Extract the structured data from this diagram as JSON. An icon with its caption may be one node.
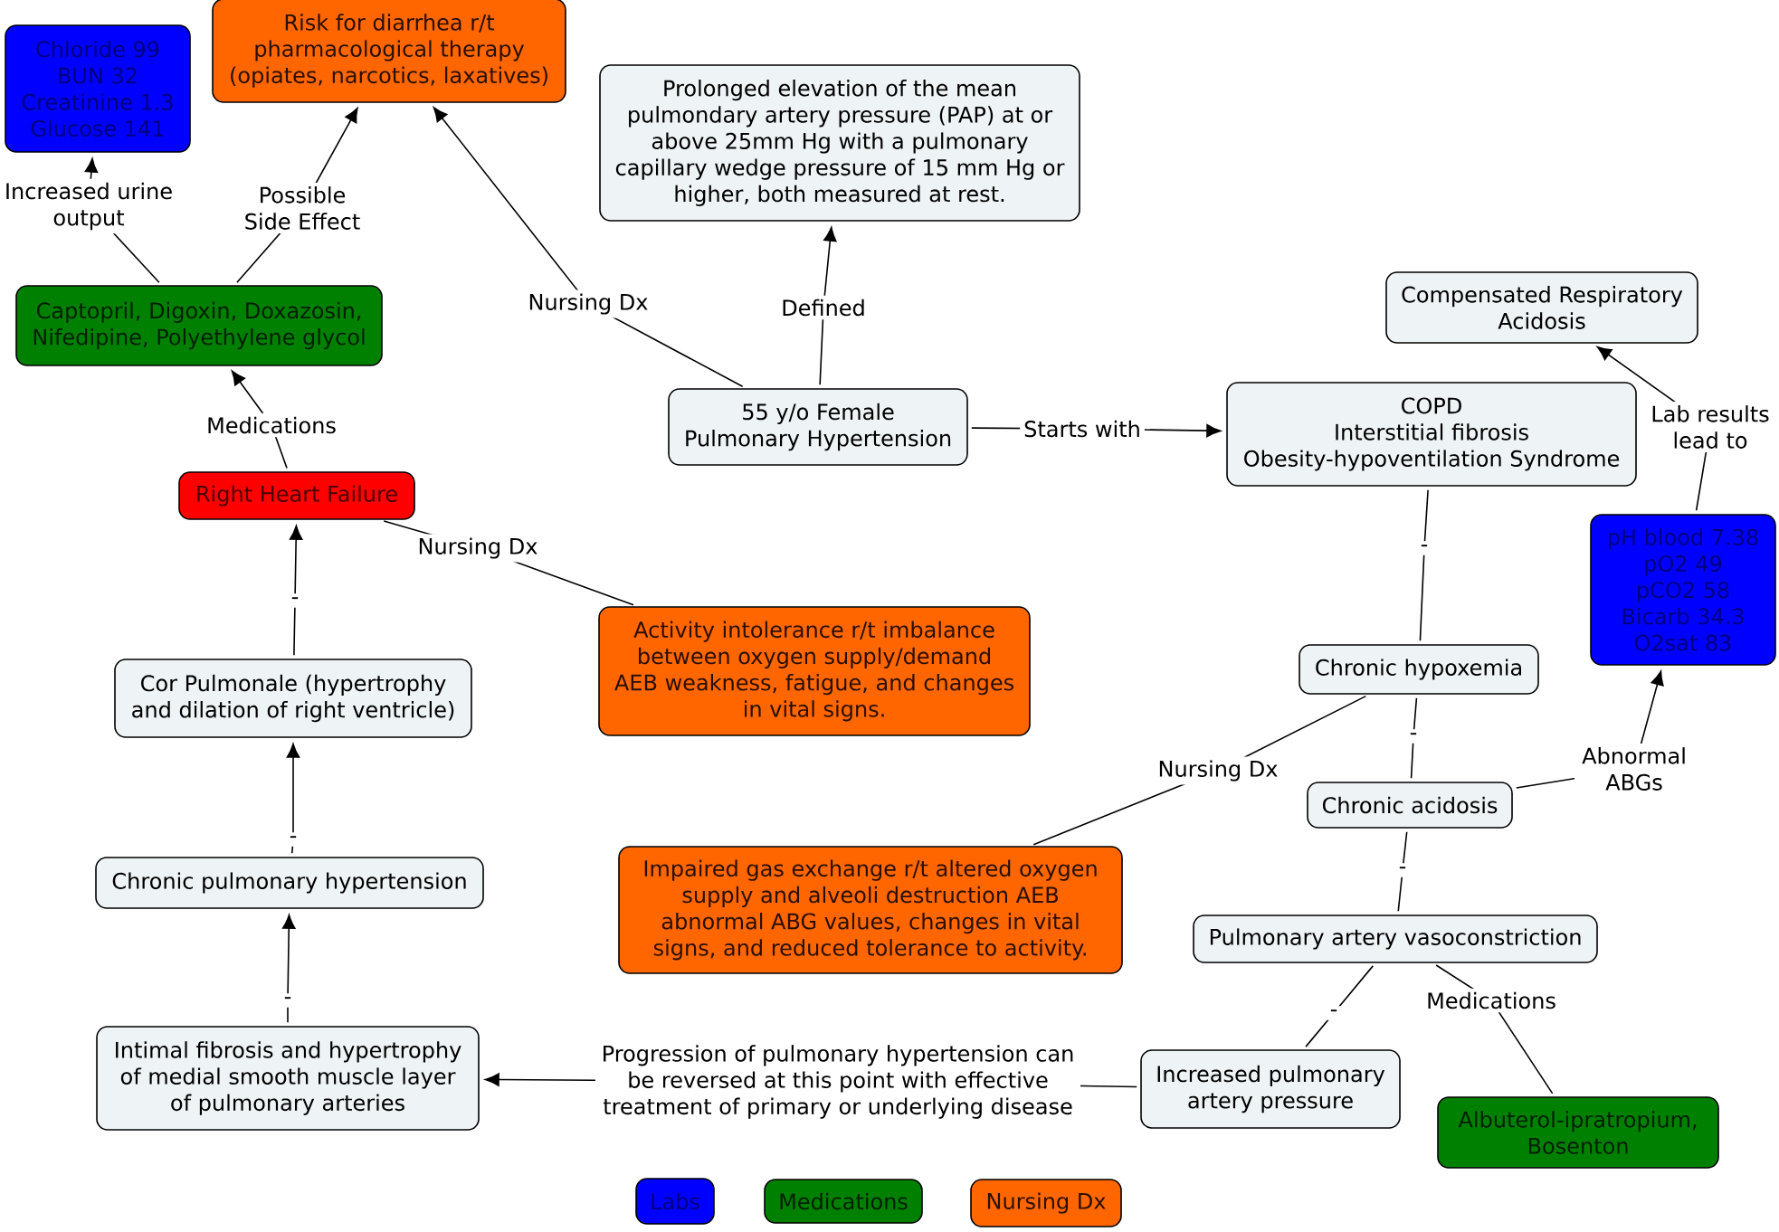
{
  "diagram": {
    "nodes": [
      {
        "text": [
          "Chloride 99",
          "BUN 32",
          "Creatinine 1.3",
          "Glucose 141"
        ]
      },
      {
        "text": [
          "Risk for diarrhea r/t pharmacological therapy (opiates, narcotics, laxatives)"
        ]
      },
      {
        "text": [
          "Prolonged elevation of the mean pulmondary artery pressure (PAP) at or above 25mm Hg with a pulmonary capillary wedge pressure of 15 mm Hg or higher, both measured at rest."
        ]
      },
      {
        "text": [
          "Compensated Respiratory Acidosis"
        ]
      },
      {
        "text": [
          "Captopril, Digoxin, Doxazosin, Nifedipine, Polyethylene glycol"
        ]
      },
      {
        "text": [
          "55 y/o Female",
          "Pulmonary Hypertension"
        ]
      },
      {
        "text": [
          "COPD",
          "Interstitial fibrosis",
          "Obesity-hypoventilation Syndrome"
        ]
      },
      {
        "text": [
          "Right Heart Failure"
        ]
      },
      {
        "text": [
          "pH blood 7.38",
          "pO2 49",
          "pCO2 58",
          "Bicarb 34.3",
          "O2sat 83"
        ]
      },
      {
        "text": [
          "Activity intolerance r/t imbalance between oxygen supply/demand AEB weakness, fatigue, and changes in vital signs."
        ]
      },
      {
        "text": [
          "Cor Pulmonale (hypertrophy and dilation of right ventricle)"
        ]
      },
      {
        "text": [
          "Chronic hypoxemia"
        ]
      },
      {
        "text": [
          "Chronic acidosis"
        ]
      },
      {
        "text": [
          "Impaired gas exchange r/t altered oxygen supply and alveoli destruction AEB abnormal ABG values, changes in vital signs, and reduced tolerance to activity."
        ]
      },
      {
        "text": [
          "Chronic pulmonary hypertension"
        ]
      },
      {
        "text": [
          "Pulmonary artery vasoconstriction"
        ]
      },
      {
        "text": [
          "Intimal fibrosis and hypertrophy of medial smooth muscle layer of pulmonary arteries"
        ]
      },
      {
        "text": [
          "Increased pulmonary artery pressure"
        ]
      },
      {
        "text": [
          "Albuterol-ipratropium, Bosenton"
        ]
      }
    ],
    "edges": [
      {
        "from": 5,
        "to": 1,
        "arrow": "to",
        "label": "Nursing Dx"
      },
      {
        "from": 5,
        "to": 2,
        "arrow": "to",
        "label": "Defined"
      },
      {
        "from": 5,
        "to": 6,
        "arrow": "to",
        "label": "Starts with"
      },
      {
        "from": 4,
        "to": 0,
        "arrow": "to",
        "label": "Increased urine output"
      },
      {
        "from": 4,
        "to": 1,
        "arrow": "to",
        "label": "Possible Side Effect"
      },
      {
        "from": 7,
        "to": 4,
        "arrow": "to",
        "label": "Medications"
      },
      {
        "from": 7,
        "to": 9,
        "arrow": "none",
        "label": "Nursing Dx"
      },
      {
        "from": 10,
        "to": 7,
        "arrow": "to",
        "label": "-"
      },
      {
        "from": 14,
        "to": 10,
        "arrow": "to",
        "label": "-"
      },
      {
        "from": 16,
        "to": 14,
        "arrow": "to",
        "label": "-"
      },
      {
        "from": 17,
        "to": 16,
        "arrow": "to",
        "label": "Progression of pulmonary hypertension can be reversed at this point with effective treatment of primary or underlying disease"
      },
      {
        "from": 15,
        "to": 17,
        "arrow": "none",
        "label": "-"
      },
      {
        "from": 15,
        "to": 18,
        "arrow": "none",
        "label": "Medications"
      },
      {
        "from": 12,
        "to": 15,
        "arrow": "none",
        "label": "-"
      },
      {
        "from": 11,
        "to": 12,
        "arrow": "none",
        "label": "-"
      },
      {
        "from": 6,
        "to": 11,
        "arrow": "none",
        "label": "-"
      },
      {
        "from": 11,
        "to": 13,
        "arrow": "none",
        "label": "Nursing Dx"
      },
      {
        "from": 12,
        "to": 8,
        "arrow": "to",
        "label": "Abnormal ABGs"
      },
      {
        "from": 8,
        "to": 3,
        "arrow": "to",
        "label": "Lab results lead to"
      }
    ],
    "legend": [
      {
        "text": "Labs",
        "color": "#0000ff"
      },
      {
        "text": "Medications",
        "color": "#008000"
      },
      {
        "text": "Nursing Dx",
        "color": "#ff6600"
      }
    ]
  }
}
